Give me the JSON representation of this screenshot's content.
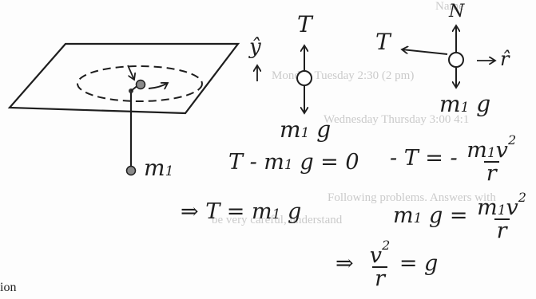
{
  "bleed_through": {
    "name": "Name",
    "row1": "Monday    Tuesday 2:30 (2 pm)",
    "row2": "Wednesday   Thursday 3:00 4:1",
    "row3": "Following problems. Answers with",
    "row4": "be very careful, understand"
  },
  "diagram": {
    "mass_label": "m",
    "mass_sub": "1",
    "up_direction": "ŷ",
    "radial_direction": "r̂"
  },
  "fbd_vertical": {
    "tension": "T",
    "weight": "m",
    "weight_sub": "1",
    "weight_tail": " g"
  },
  "fbd_horizontal": {
    "tension": "T",
    "normal": "N",
    "weight": "m",
    "weight_sub": "1",
    "weight_tail": " g"
  },
  "equations": {
    "vertical": {
      "lhs": "T - m",
      "sub": "1",
      "rhs": " g = 0"
    },
    "tension_result": {
      "arrow": "⇒",
      "lhs": " T = m",
      "sub": "1",
      "rhs": " g"
    },
    "radial": {
      "lhs": "- T = -",
      "num_m": "m",
      "num_sub": "1",
      "num_v": "v",
      "num_exp": "2",
      "den": "r"
    },
    "weight_balance": {
      "lhs": "m",
      "sub": "1",
      "mid": " g = ",
      "num_m": "m",
      "num_sub": "1",
      "num_v": "v",
      "num_exp": "2",
      "den": "r"
    },
    "final": {
      "arrow": "⇒",
      "num_v": "v",
      "num_exp": "2",
      "den": "r",
      "rhs": " = g"
    }
  },
  "caption": "ion"
}
